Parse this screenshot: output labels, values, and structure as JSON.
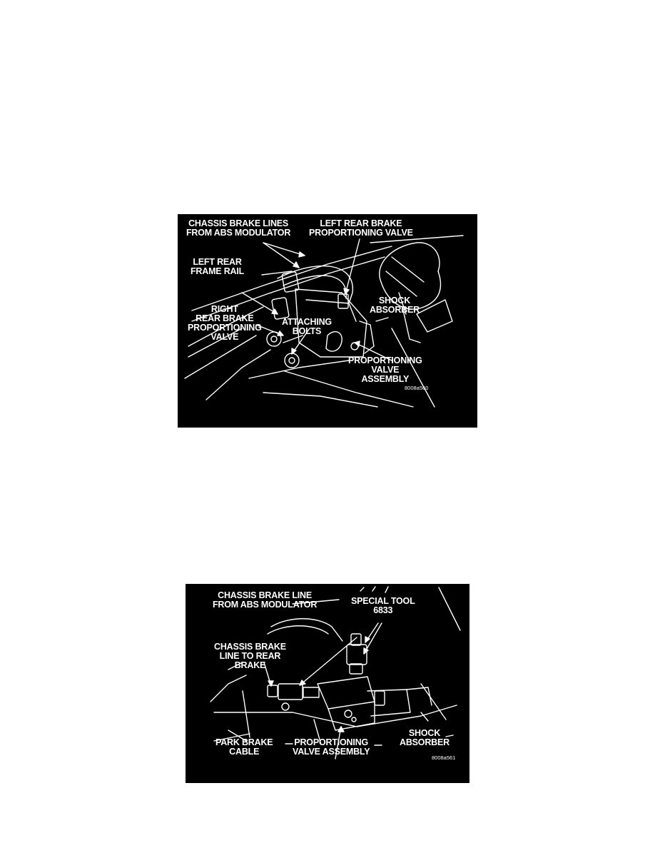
{
  "figures": [
    {
      "labels": {
        "chassis_lines": "CHASSIS BRAKE LINES\nFROM ABS MODULATOR",
        "left_valve": "LEFT REAR BRAKE\nPROPORTIONING VALVE",
        "frame_rail": "LEFT REAR\nFRAME RAIL",
        "shock": "SHOCK\nABSORBER",
        "right_valve": "RIGHT\nREAR BRAKE\nPROPORTIONING\nVALVE",
        "bolts": "ATTACHING\nBOLTS",
        "assembly": "PROPORTIONING\nVALVE\nASSEMBLY",
        "code": "8008a560"
      }
    },
    {
      "labels": {
        "chassis_line": "CHASSIS BRAKE LINE\nFROM ABS MODULATOR",
        "tool": "SPECIAL TOOL\n6833",
        "line_rear": "CHASSIS BRAKE\nLINE TO REAR\nBRAKE",
        "park": "PARK BRAKE\nCABLE",
        "assembly": "PROPORTIONING\nVALVE ASSEMBLY",
        "shock": "SHOCK\nABSORBER",
        "code": "8008a561"
      }
    }
  ]
}
